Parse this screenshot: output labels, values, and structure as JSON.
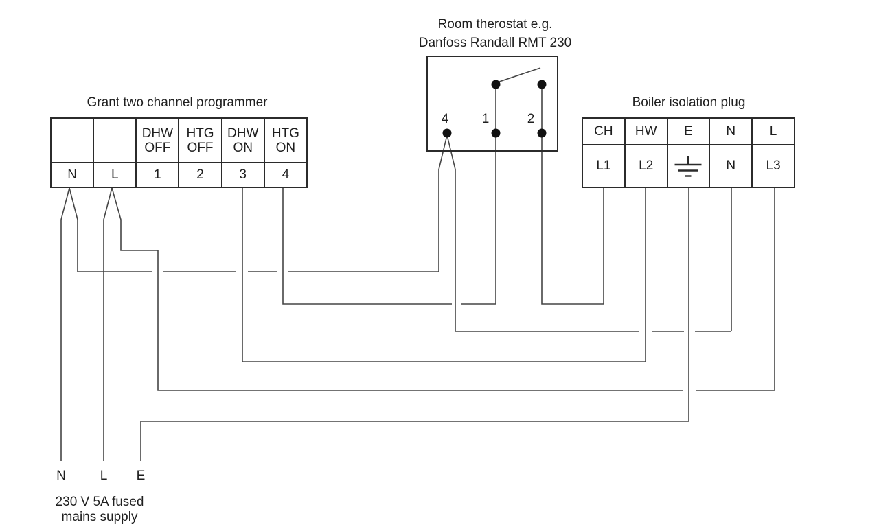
{
  "colors": {
    "background": "#ffffff",
    "wire": "#454545",
    "border": "#2b2b2b",
    "text": "#1f1f1f",
    "terminal_dot": "#111111"
  },
  "programmer": {
    "title": "Grant two channel programmer",
    "headers": [
      {
        "l1": "",
        "l2": ""
      },
      {
        "l1": "",
        "l2": ""
      },
      {
        "l1": "DHW",
        "l2": "OFF"
      },
      {
        "l1": "HTG",
        "l2": "OFF"
      },
      {
        "l1": "DHW",
        "l2": "ON"
      },
      {
        "l1": "HTG",
        "l2": "ON"
      }
    ],
    "terminals": [
      "N",
      "L",
      "1",
      "2",
      "3",
      "4"
    ]
  },
  "thermostat": {
    "title_line1": "Room therostat e.g.",
    "title_line2": "Danfoss Randall RMT 230",
    "terminals": [
      "4",
      "1",
      "2"
    ]
  },
  "boiler": {
    "title": "Boiler isolation plug",
    "top_row": [
      "CH",
      "HW",
      "E",
      "N",
      "L"
    ],
    "bottom_row": [
      "L1",
      "L2",
      "",
      "N",
      "L3"
    ],
    "earth_icon": "earth-ground-symbol"
  },
  "supply": {
    "terminals": [
      "N",
      "L",
      "E"
    ],
    "caption_line1": "230 V 5A fused",
    "caption_line2": "mains supply"
  }
}
